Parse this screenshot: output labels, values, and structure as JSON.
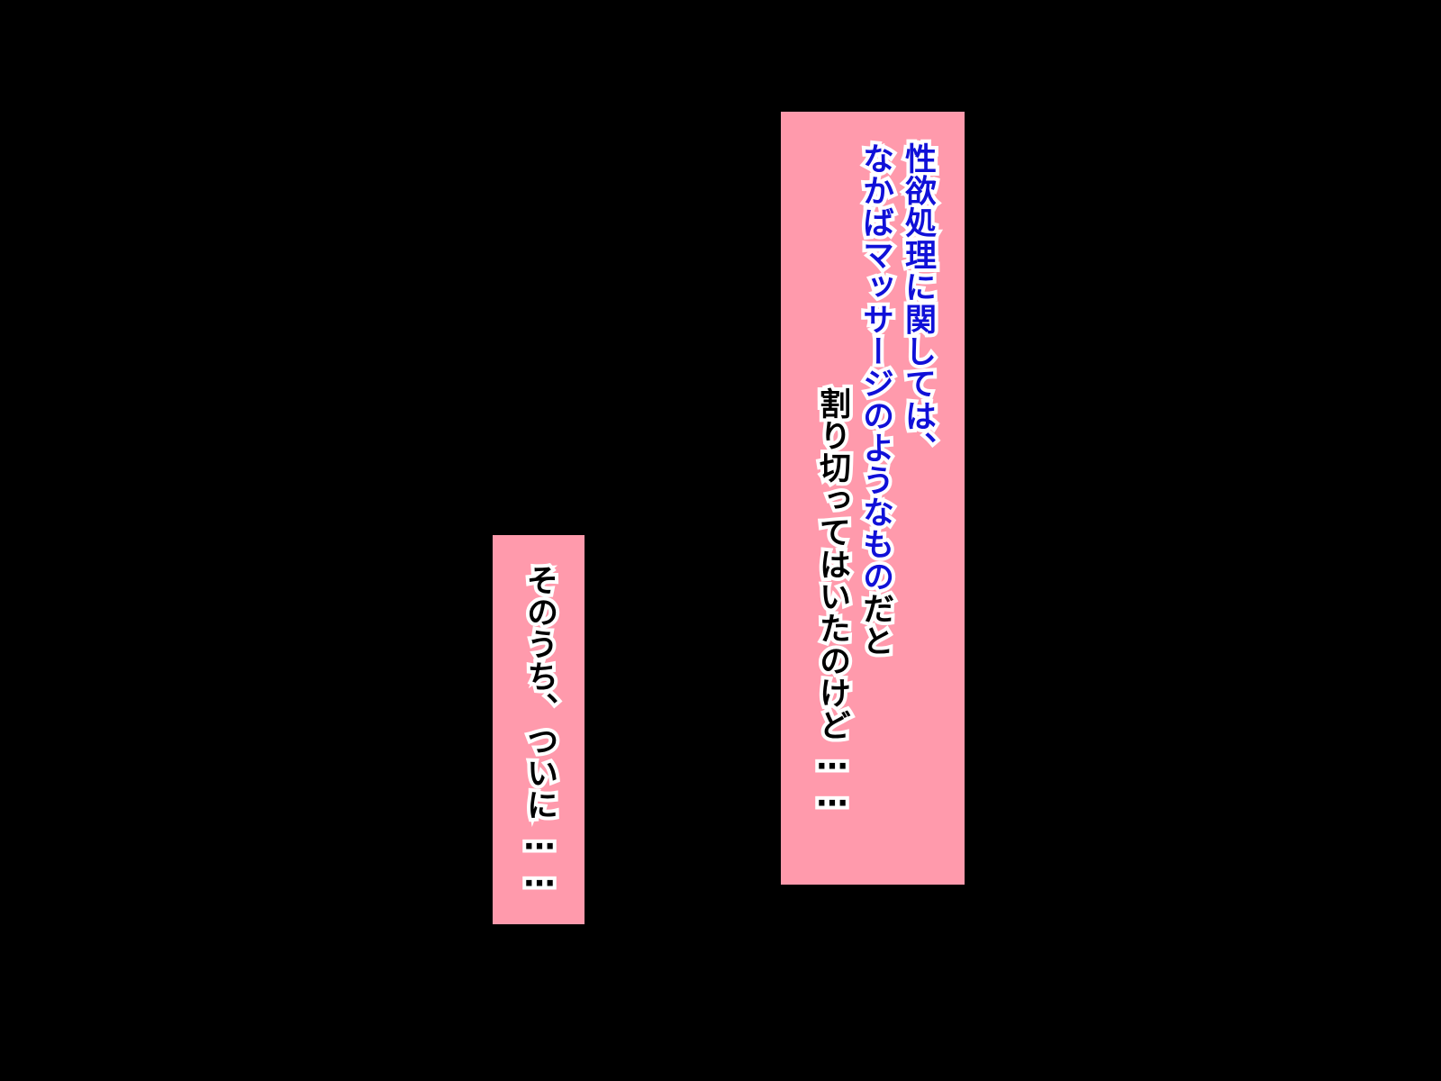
{
  "background_color": "#000000",
  "panel_color": "#ff9aac",
  "text_colors": {
    "blue": "#1010d8",
    "black": "#000000",
    "outline": "#ffffff"
  },
  "panel_main": {
    "line_1": "性欲処理に関しては、",
    "line_2_blue": "なかばマッサージのようなもの",
    "line_2_black": "だと",
    "line_3": "割り切ってはいたのけど……"
  },
  "panel_small": {
    "line_1": "そのうち、ついに……"
  }
}
